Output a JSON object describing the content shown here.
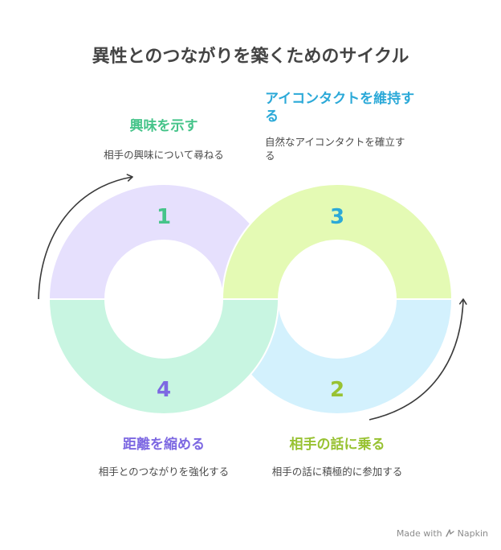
{
  "title": "異性とのつながりを築くためのサイクル",
  "steps": [
    {
      "number": "1",
      "title": "興味を示す",
      "description": "相手の興味について尋ねる",
      "fill": "#c8f5e1",
      "color": "#46c48a"
    },
    {
      "number": "2",
      "title": "相手の話に乗る",
      "description": "相手の話に積極的に参加する",
      "fill": "#e4fab4",
      "color": "#98c232"
    },
    {
      "number": "3",
      "title": "アイコンタクトを維持する",
      "description": "自然なアイコンタクトを確立する",
      "fill": "#d3f1fd",
      "color": "#2ba9d8"
    },
    {
      "number": "4",
      "title": "距離を縮める",
      "description": "相手とのつながりを強化する",
      "fill": "#e6e0fd",
      "color": "#7d68e2"
    }
  ],
  "footer": {
    "label": "Made with",
    "brand": "Napkin",
    "icon": "napkin-logo-icon"
  }
}
